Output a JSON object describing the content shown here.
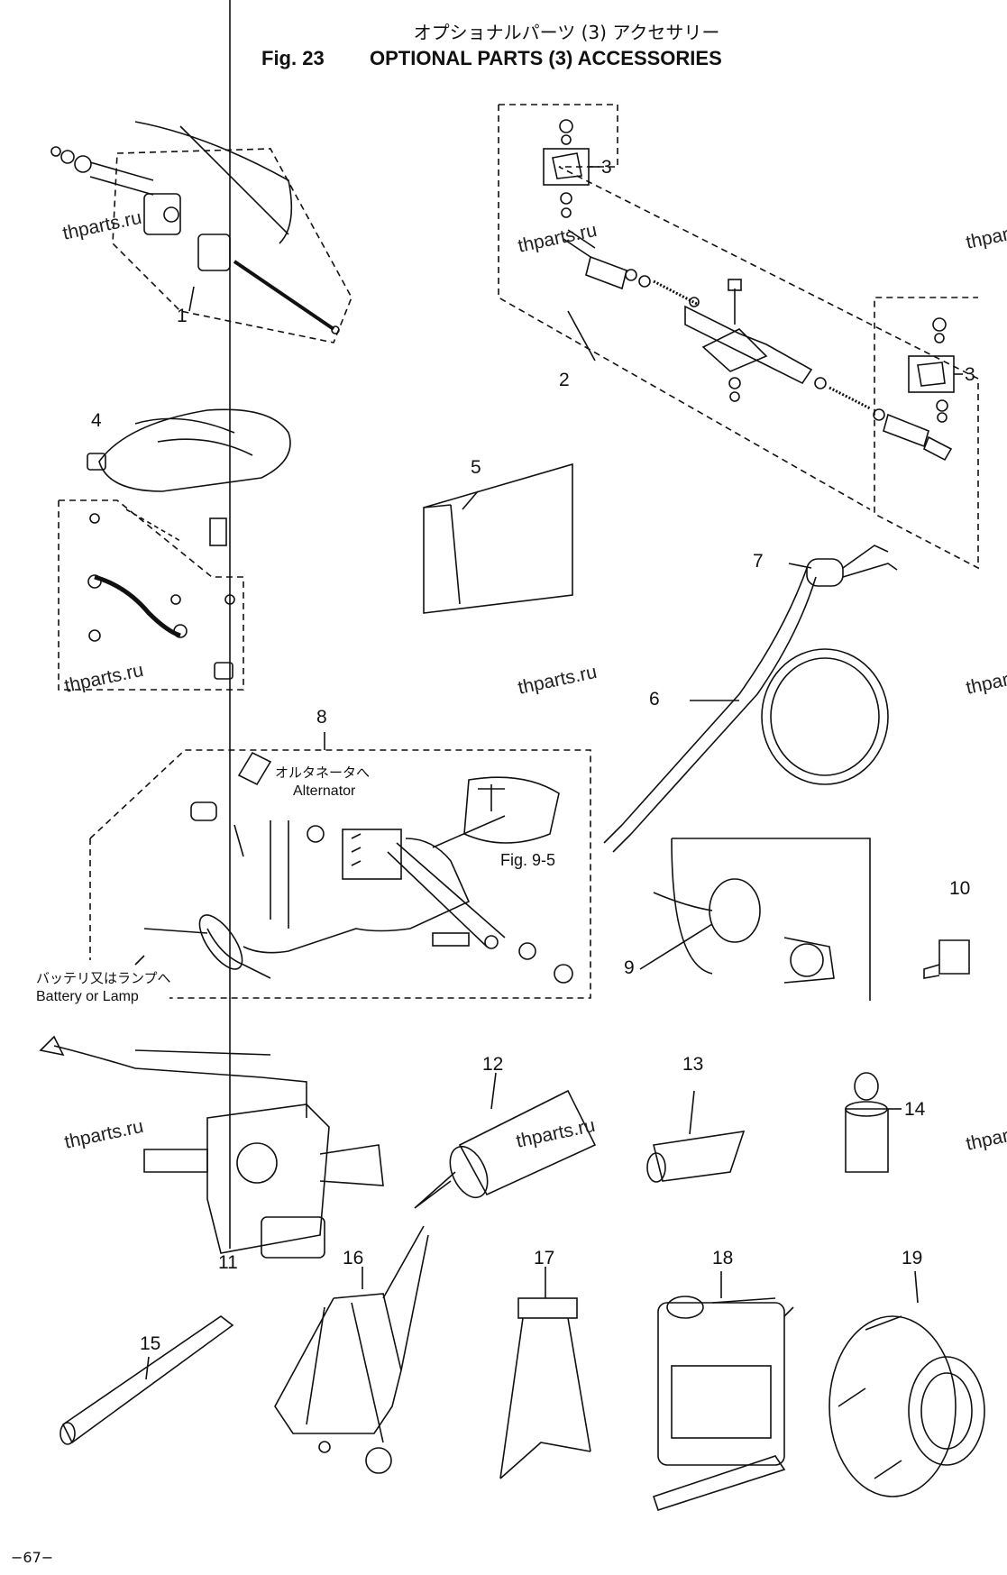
{
  "header": {
    "title_jp": "オプショナルパーツ (3) アクセサリー",
    "fig_label": "Fig. 23",
    "title_en": "OPTIONAL PARTS (3) ACCESSORIES"
  },
  "callouts": [
    "1",
    "2",
    "3",
    "3",
    "4",
    "5",
    "6",
    "7",
    "8",
    "9",
    "10",
    "11",
    "12",
    "13",
    "14",
    "15",
    "16",
    "17",
    "18",
    "19"
  ],
  "notes": {
    "alternator_jp": "オルタネータへ",
    "alternator_en": "Alternator",
    "battery_jp": "バッテリ又はランプへ",
    "battery_en": "Battery or Lamp",
    "fig_ref": "Fig. 9-5"
  },
  "watermark": "thparts.ru",
  "page_number": "−67−"
}
